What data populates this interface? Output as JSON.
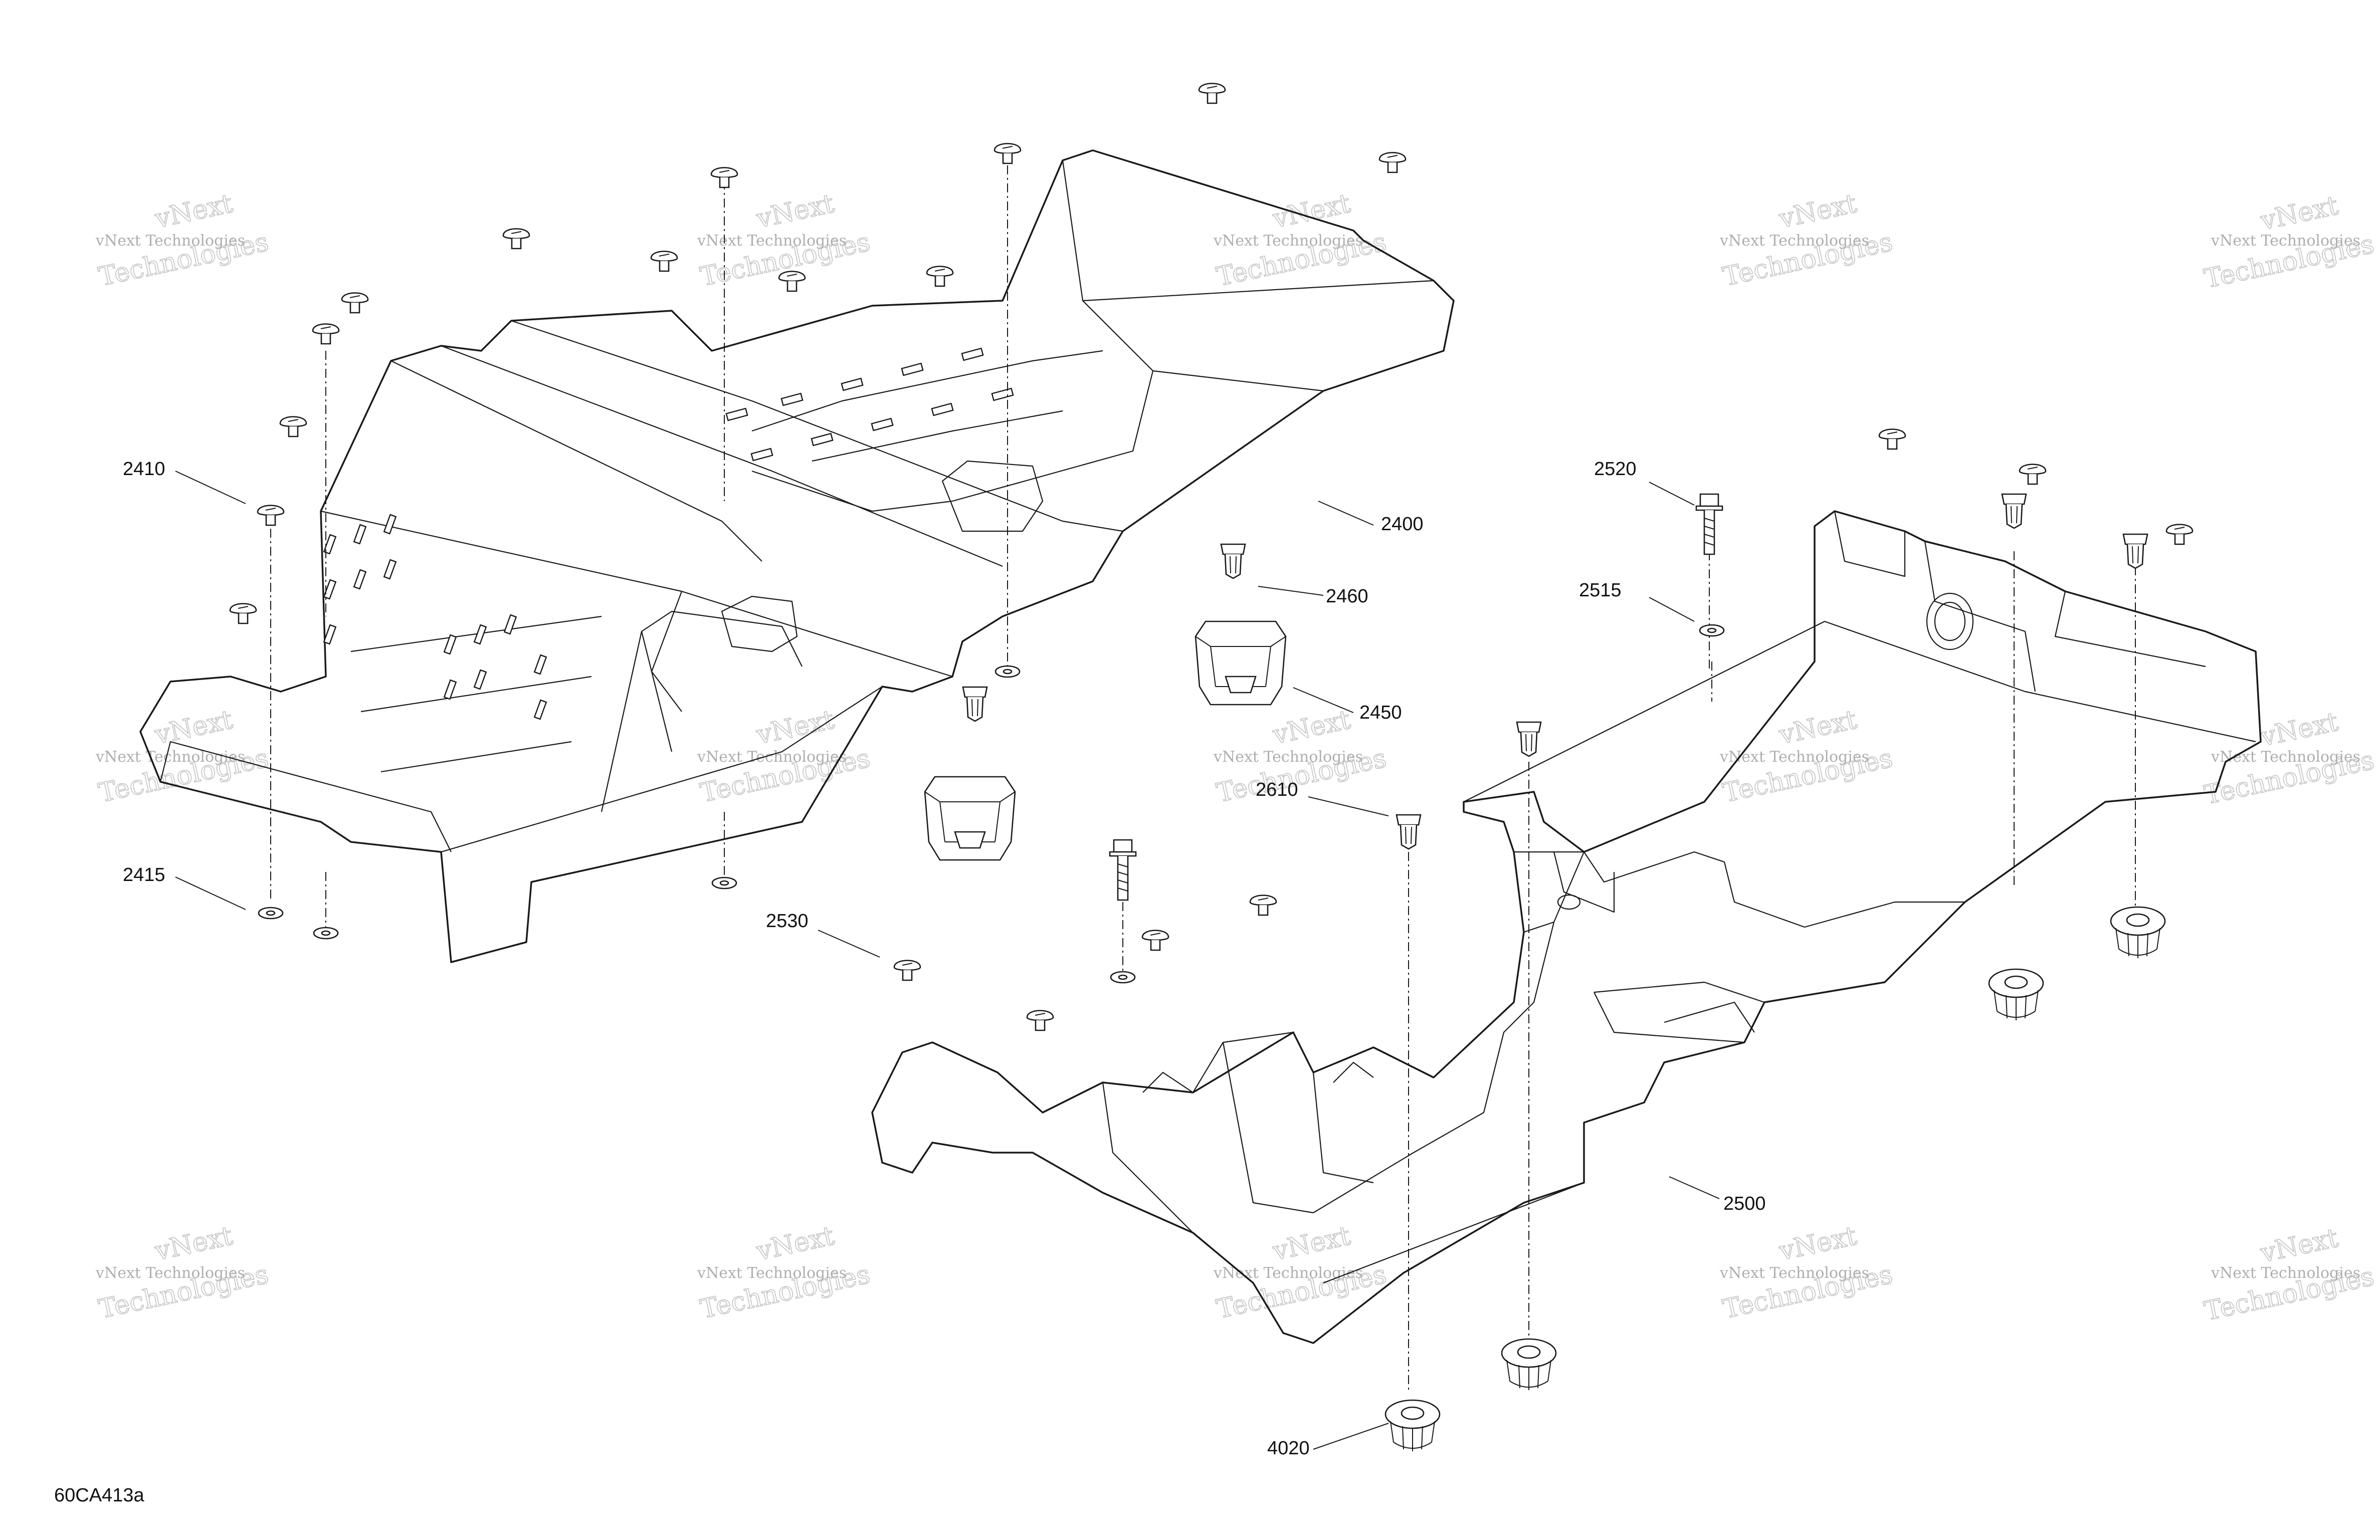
{
  "diagram": {
    "callouts": [
      {
        "id": "2400",
        "label": "2400"
      },
      {
        "id": "2410",
        "label": "2410"
      },
      {
        "id": "2415",
        "label": "2415"
      },
      {
        "id": "2450",
        "label": "2450"
      },
      {
        "id": "2460",
        "label": "2460"
      },
      {
        "id": "2500",
        "label": "2500"
      },
      {
        "id": "2515",
        "label": "2515"
      },
      {
        "id": "2520",
        "label": "2520"
      },
      {
        "id": "2530",
        "label": "2530"
      },
      {
        "id": "2610",
        "label": "2610"
      },
      {
        "id": "4020",
        "label": "4020"
      }
    ],
    "reference_code": "60CA413a",
    "watermark": {
      "line1": "vNext Technologies",
      "line2": "vNext",
      "line3": "Technologies"
    }
  }
}
